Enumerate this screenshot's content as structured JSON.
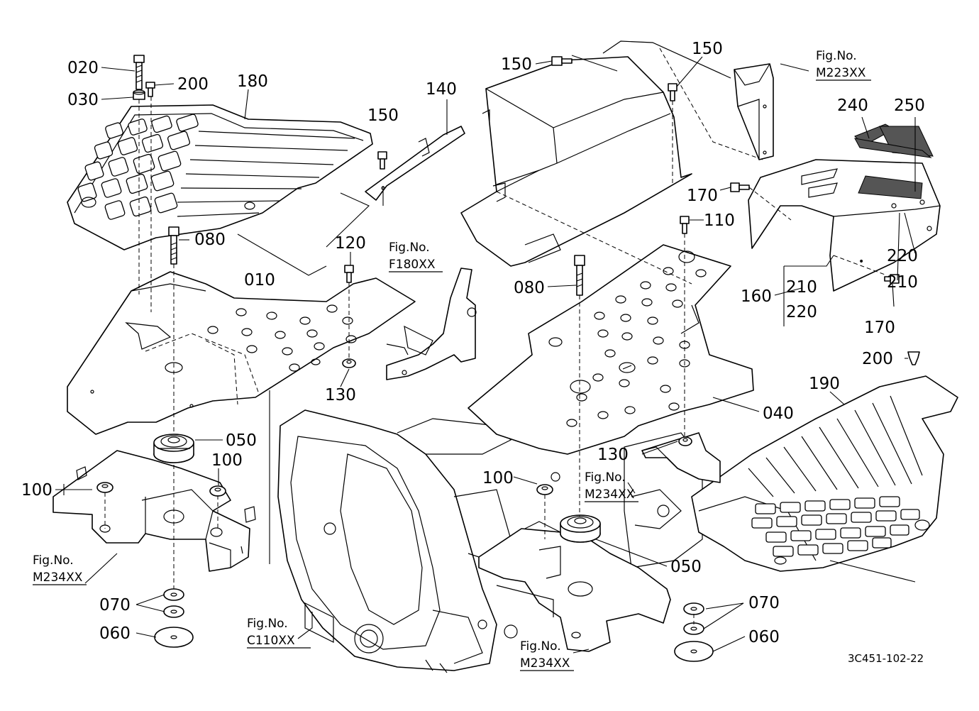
{
  "part_labels": {
    "p020": "020",
    "p030": "030",
    "p200a": "200",
    "p180": "180",
    "p080a": "080",
    "p010": "010",
    "p120": "120",
    "p130a": "130",
    "p050a": "050",
    "p100a": "100",
    "p100b": "100",
    "p070a": "070",
    "p060a": "060",
    "p150a": "150",
    "p140": "140",
    "p150b": "150",
    "p150c": "150",
    "p240": "240",
    "p250": "250",
    "p170a": "170",
    "p110": "110",
    "p080b": "080",
    "p160": "160",
    "p210a": "210",
    "p220a": "220",
    "p210b": "210",
    "p220b": "220",
    "p170b": "170",
    "p200b": "200",
    "p190": "190",
    "p040": "040",
    "p130b": "130",
    "p100c": "100",
    "p050b": "050",
    "p070b": "070",
    "p060b": "060"
  },
  "fig_refs": {
    "m223": {
      "title": "Fig.No.",
      "code": "M223XX"
    },
    "f180": {
      "title": "Fig.No.",
      "code": "F180XX"
    },
    "m234a": {
      "title": "Fig.No.",
      "code": "M234XX"
    },
    "m234b": {
      "title": "Fig.No.",
      "code": "M234XX"
    },
    "m234c": {
      "title": "Fig.No.",
      "code": "M234XX"
    },
    "c110": {
      "title": "Fig.No.",
      "code": "C110XX"
    }
  },
  "drawing_code": "3C451-102-22"
}
